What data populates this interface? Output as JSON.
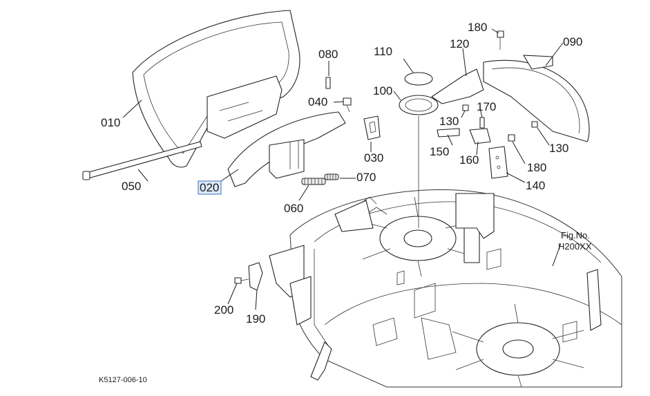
{
  "figure": {
    "fig_label": "Fig.No.",
    "fig_number": "H200XX",
    "drawing_code": "K5127-006-10"
  },
  "parts": {
    "p010": "010",
    "p020": "020",
    "p030": "030",
    "p040": "040",
    "p050": "050",
    "p060": "060",
    "p070": "070",
    "p080": "080",
    "p090": "090",
    "p100": "100",
    "p110": "110",
    "p120": "120",
    "p130a": "130",
    "p130b": "130",
    "p140": "140",
    "p150": "150",
    "p160": "160",
    "p170": "170",
    "p180a": "180",
    "p180b": "180",
    "p190": "190",
    "p200": "200"
  },
  "selected_part": "020",
  "colors": {
    "highlight_fill": "#dbe8f7",
    "highlight_border": "#3a74c4",
    "line": "#222222"
  }
}
